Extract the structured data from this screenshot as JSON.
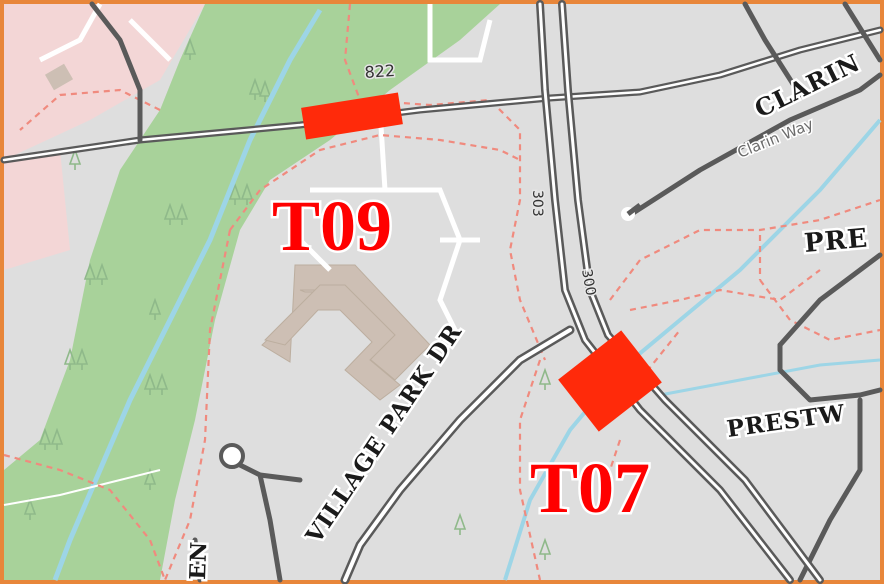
{
  "map": {
    "colors": {
      "background": "#dedede",
      "park": "#a8d29a",
      "residential": "#f3d6d6",
      "water": "#9dd5e6",
      "road": "#5a5a5a",
      "footpath": "#f08a7e",
      "building": "#cdbfb4",
      "marker": "#ff2a0a",
      "frame": "#e8863a"
    },
    "markers": [
      {
        "id": "T09",
        "label": "T09"
      },
      {
        "id": "T07",
        "label": "T07"
      }
    ],
    "roads": {
      "village_park": "VILLAGE PARK DR",
      "clarin_main": "CLARIN",
      "clarin_way": "Clarin Way",
      "prestwick_top": "PRE",
      "prestwick_bottom": "PRESTW",
      "bottom_left": "EN"
    },
    "route_refs": {
      "r822": "822",
      "r303": "303",
      "r300": "300"
    }
  }
}
